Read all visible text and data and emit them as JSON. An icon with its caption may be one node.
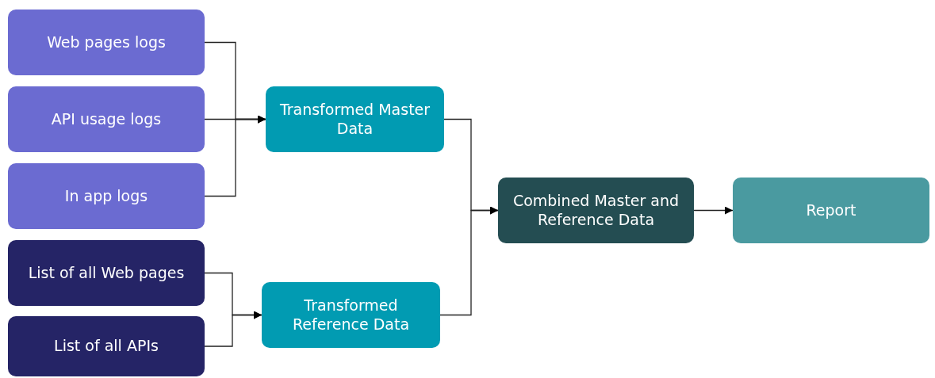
{
  "diagram": {
    "nodes": [
      {
        "text": [
          "Web pages logs"
        ]
      },
      {
        "text": [
          "API usage logs"
        ]
      },
      {
        "text": [
          "In app logs"
        ]
      },
      {
        "text": [
          "List of all Web pages"
        ]
      },
      {
        "text": [
          "List of all APIs"
        ]
      },
      {
        "text": [
          "Transformed Master Data"
        ]
      },
      {
        "text": [
          "Transformed Reference Data"
        ]
      },
      {
        "text": [
          "Combined Master and Reference Data"
        ]
      },
      {
        "text": [
          "Report"
        ]
      }
    ],
    "edges": [
      {
        "from": 0,
        "to": 5,
        "arrow": "to"
      },
      {
        "from": 1,
        "to": 5,
        "arrow": "to"
      },
      {
        "from": 2,
        "to": 5,
        "arrow": "to"
      },
      {
        "from": 3,
        "to": 6,
        "arrow": "to"
      },
      {
        "from": 4,
        "to": 6,
        "arrow": "to"
      },
      {
        "from": 5,
        "to": 7,
        "arrow": "to"
      },
      {
        "from": 6,
        "to": 7,
        "arrow": "to"
      },
      {
        "from": 7,
        "to": 8,
        "arrow": "to"
      }
    ]
  }
}
